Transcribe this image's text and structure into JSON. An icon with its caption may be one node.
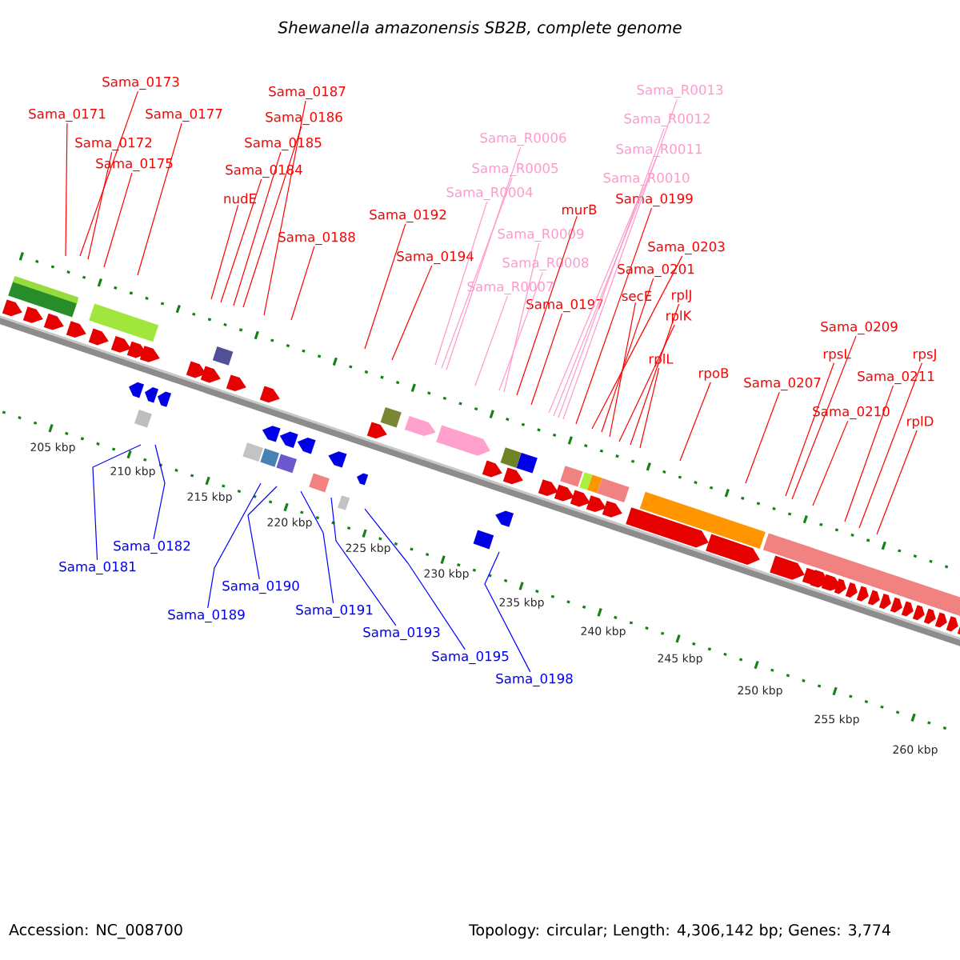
{
  "diagram": {
    "title": "*Shewanella amazonensis* SB2B, complete genome",
    "nodes": [
      {
        "text": [
          "Sama_0173"
        ]
      },
      {
        "text": [
          "Sama_0171"
        ]
      },
      {
        "text": [
          "Sama_0177"
        ]
      },
      {
        "text": [
          "Sama_0172"
        ]
      },
      {
        "text": [
          "Sama_0175"
        ]
      },
      {
        "text": [
          "Sama_0187"
        ]
      },
      {
        "text": [
          "Sama_0186"
        ]
      },
      {
        "text": [
          "Sama_0185"
        ]
      },
      {
        "text": [
          "Sama_0184"
        ]
      },
      {
        "text": [
          "nudE"
        ]
      },
      {
        "text": [
          "Sama_0188"
        ]
      },
      {
        "text": [
          "Sama_0192"
        ]
      },
      {
        "text": [
          "Sama_0194"
        ]
      },
      {
        "text": [
          "Sama_R0013"
        ]
      },
      {
        "text": [
          "Sama_R0012"
        ]
      },
      {
        "text": [
          "Sama_R0011"
        ]
      },
      {
        "text": [
          "Sama_R0010"
        ]
      },
      {
        "text": [
          "Sama_R0006"
        ]
      },
      {
        "text": [
          "Sama_R0005"
        ]
      },
      {
        "text": [
          "Sama_R0004"
        ]
      },
      {
        "text": [
          "murB"
        ]
      },
      {
        "text": [
          "Sama_0199"
        ]
      },
      {
        "text": [
          "Sama_R0009"
        ]
      },
      {
        "text": [
          "Sama_R0008"
        ]
      },
      {
        "text": [
          "Sama_R0007"
        ]
      },
      {
        "text": [
          "Sama_0203"
        ]
      },
      {
        "text": [
          "Sama_0201"
        ]
      },
      {
        "text": [
          "secE"
        ]
      },
      {
        "text": [
          "Sama_0197"
        ]
      },
      {
        "text": [
          "rplJ"
        ]
      },
      {
        "text": [
          "rplK"
        ]
      },
      {
        "text": [
          "rplL"
        ]
      },
      {
        "text": [
          "rpoB"
        ]
      },
      {
        "text": [
          "Sama_0209"
        ]
      },
      {
        "text": [
          "rpsL"
        ]
      },
      {
        "text": [
          "rpsJ"
        ]
      },
      {
        "text": [
          "Sama_0211"
        ]
      },
      {
        "text": [
          "Sama_0207"
        ]
      },
      {
        "text": [
          "Sama_0210"
        ]
      },
      {
        "text": [
          "rplD"
        ]
      },
      {
        "text": [
          "Sama_0182"
        ]
      },
      {
        "text": [
          "Sama_0181"
        ]
      },
      {
        "text": [
          "Sama_0190"
        ]
      },
      {
        "text": [
          "Sama_0189"
        ]
      },
      {
        "text": [
          "Sama_0191"
        ]
      },
      {
        "text": [
          "Sama_0193"
        ]
      },
      {
        "text": [
          "Sama_0195"
        ]
      },
      {
        "text": [
          "Sama_0198"
        ]
      }
    ],
    "edges": [
      {
        "from": 0,
        "to": null,
        "arrow": "none"
      },
      {
        "from": 1,
        "to": null,
        "arrow": "none"
      },
      {
        "from": 2,
        "to": null,
        "arrow": "none"
      },
      {
        "from": 3,
        "to": null,
        "arrow": "none"
      },
      {
        "from": 4,
        "to": null,
        "arrow": "none"
      },
      {
        "from": 5,
        "to": null,
        "arrow": "none"
      },
      {
        "from": 6,
        "to": null,
        "arrow": "none"
      },
      {
        "from": 7,
        "to": null,
        "arrow": "none"
      },
      {
        "from": 8,
        "to": null,
        "arrow": "none"
      },
      {
        "from": 9,
        "to": null,
        "arrow": "none"
      },
      {
        "from": 10,
        "to": null,
        "arrow": "none"
      },
      {
        "from": 11,
        "to": null,
        "arrow": "none"
      },
      {
        "from": 12,
        "to": null,
        "arrow": "none"
      },
      {
        "from": 13,
        "to": null,
        "arrow": "none",
        "color": "#ff99cc"
      },
      {
        "from": 14,
        "to": null,
        "arrow": "none",
        "color": "#ff99cc"
      },
      {
        "from": 15,
        "to": null,
        "arrow": "none",
        "color": "#ff99cc"
      },
      {
        "from": 16,
        "to": null,
        "arrow": "none",
        "color": "#ff99cc"
      },
      {
        "from": 17,
        "to": null,
        "arrow": "none",
        "color": "#ff99cc"
      },
      {
        "from": 18,
        "to": null,
        "arrow": "none",
        "color": "#ff99cc"
      },
      {
        "from": 19,
        "to": null,
        "arrow": "none",
        "color": "#ff99cc"
      },
      {
        "from": 20,
        "to": null,
        "arrow": "none"
      },
      {
        "from": 21,
        "to": null,
        "arrow": "none"
      },
      {
        "from": 22,
        "to": null,
        "arrow": "none",
        "color": "#ff99cc"
      },
      {
        "from": 23,
        "to": null,
        "arrow": "none",
        "color": "#ff99cc"
      },
      {
        "from": 24,
        "to": null,
        "arrow": "none",
        "color": "#ff99cc"
      },
      {
        "from": 25,
        "to": null,
        "arrow": "none"
      },
      {
        "from": 26,
        "to": null,
        "arrow": "none"
      },
      {
        "from": 27,
        "to": null,
        "arrow": "none"
      },
      {
        "from": 28,
        "to": null,
        "arrow": "none"
      },
      {
        "from": 29,
        "to": null,
        "arrow": "none"
      },
      {
        "from": 30,
        "to": null,
        "arrow": "none"
      },
      {
        "from": 31,
        "to": null,
        "arrow": "none"
      },
      {
        "from": 32,
        "to": null,
        "arrow": "none"
      },
      {
        "from": 33,
        "to": null,
        "arrow": "none"
      },
      {
        "from": 34,
        "to": null,
        "arrow": "none"
      },
      {
        "from": 35,
        "to": null,
        "arrow": "none"
      },
      {
        "from": 36,
        "to": null,
        "arrow": "none"
      },
      {
        "from": 37,
        "to": null,
        "arrow": "none"
      },
      {
        "from": 38,
        "to": null,
        "arrow": "none"
      },
      {
        "from": 39,
        "to": null,
        "arrow": "none"
      },
      {
        "from": 40,
        "to": null,
        "arrow": "none",
        "color": "#0000ff"
      },
      {
        "from": 41,
        "to": null,
        "arrow": "none",
        "color": "#0000ff"
      },
      {
        "from": 42,
        "to": null,
        "arrow": "none",
        "color": "#0000ff"
      },
      {
        "from": 43,
        "to": null,
        "arrow": "none",
        "color": "#0000ff"
      },
      {
        "from": 44,
        "to": null,
        "arrow": "none",
        "color": "#0000ff"
      },
      {
        "from": 45,
        "to": null,
        "arrow": "none",
        "color": "#0000ff"
      },
      {
        "from": 46,
        "to": null,
        "arrow": "none",
        "color": "#0000ff"
      },
      {
        "from": 47,
        "to": null,
        "arrow": "none",
        "color": "#0000ff"
      }
    ],
    "labels": [
      "205 kbp",
      "210 kbp",
      "215 kbp",
      "220 kbp",
      "225 kbp",
      "230 kbp",
      "235 kbp",
      "240 kbp",
      "245 kbp",
      "250 kbp",
      "255 kbp",
      "260 kbp",
      "Accession: NC_008700",
      "Topology: circular; Length: 4,306,142 bp; Genes: 3,774"
    ]
  }
}
